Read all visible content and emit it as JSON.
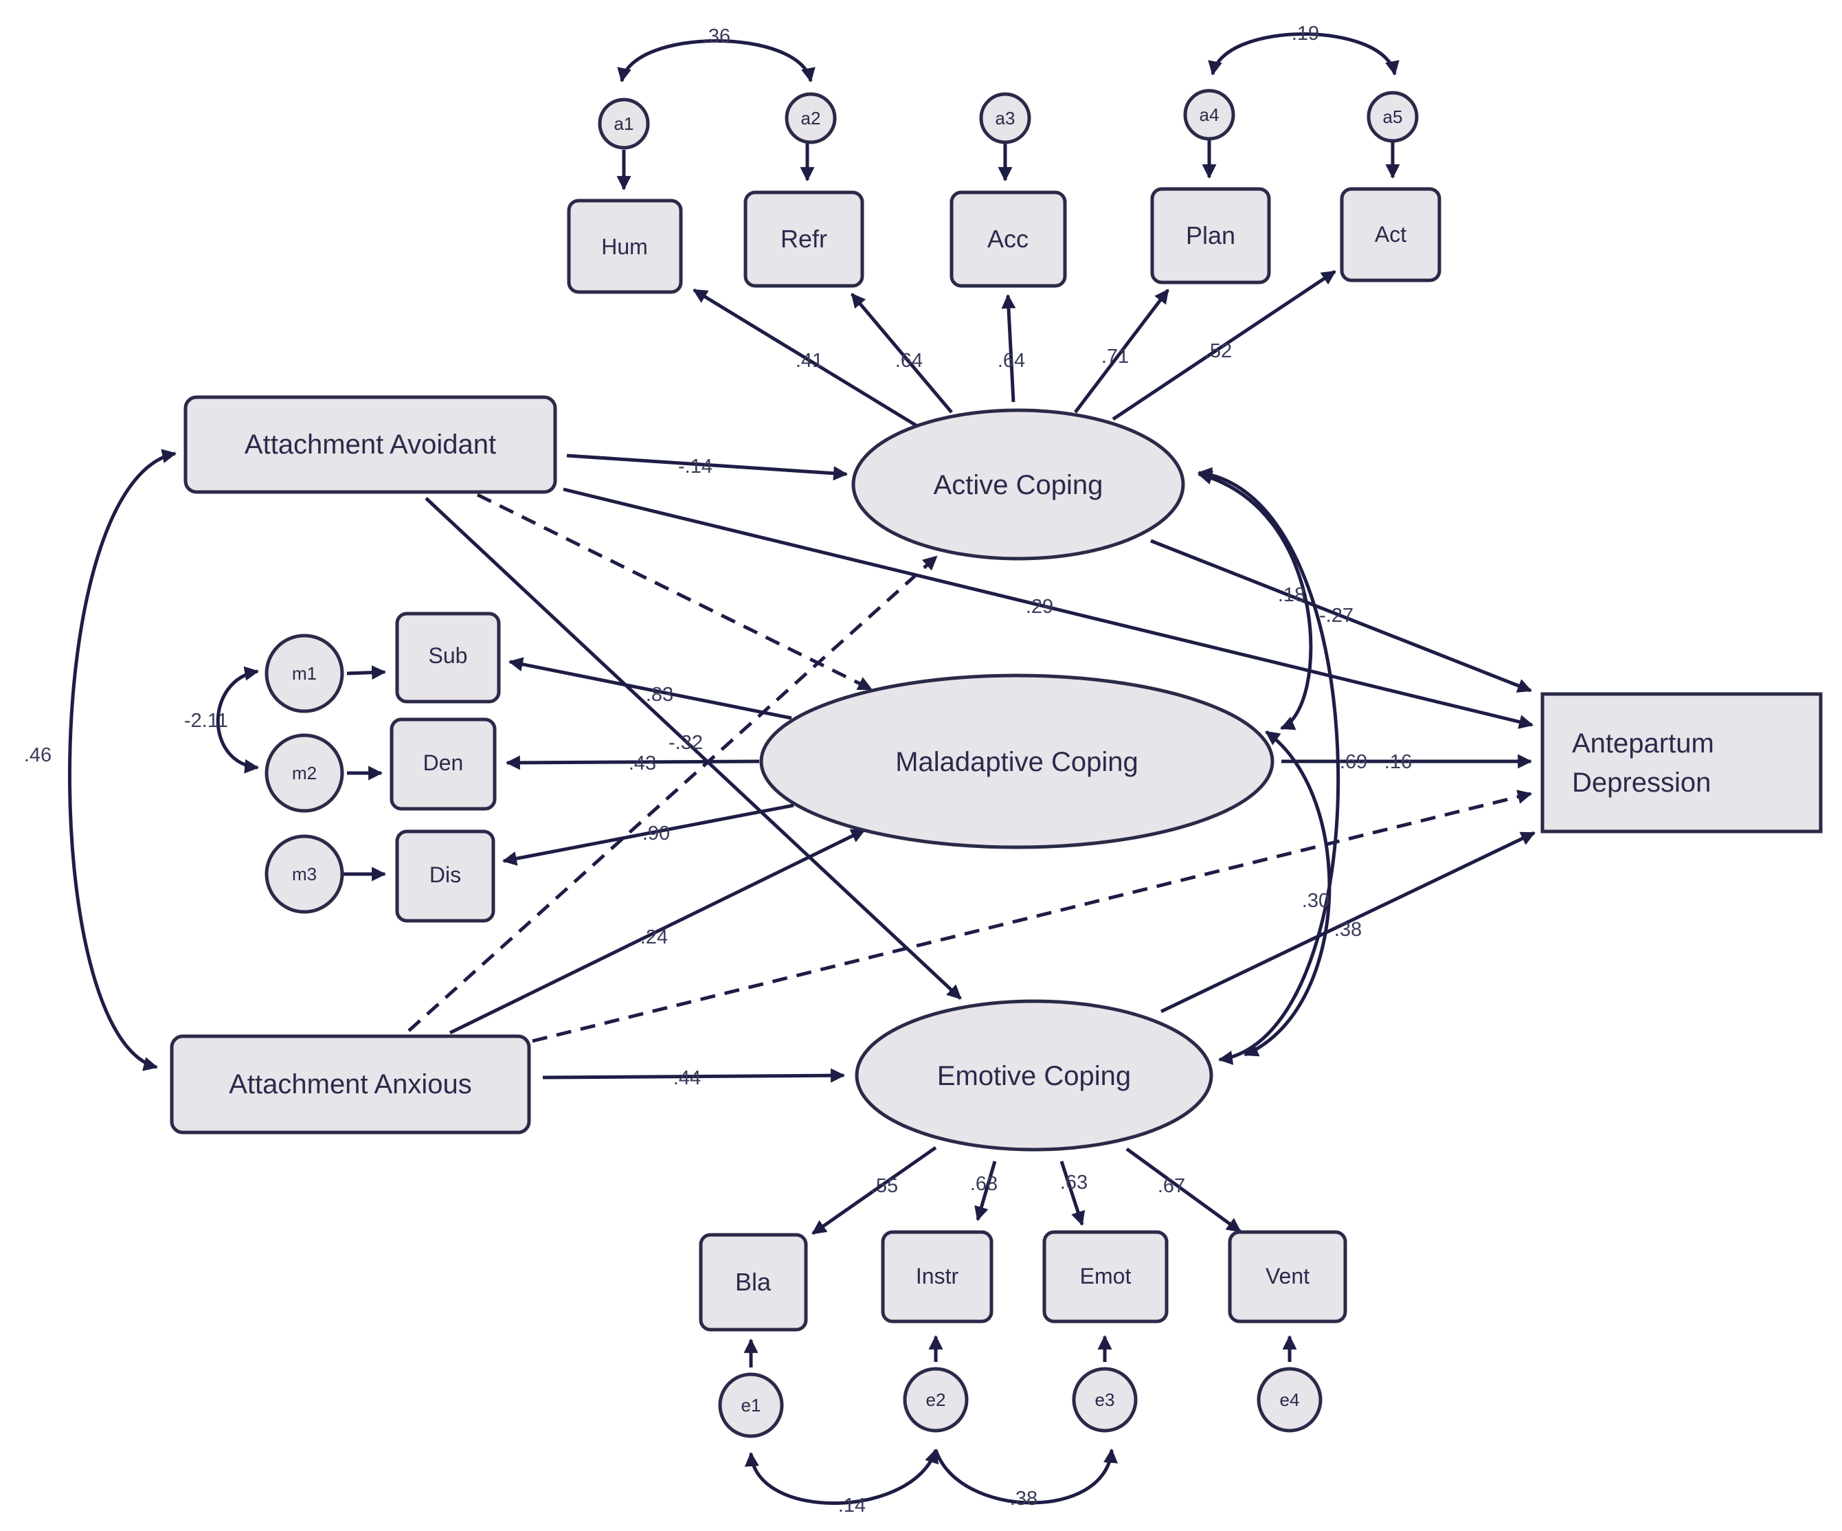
{
  "latent": {
    "active": "Active Coping",
    "maladaptive": "Maladaptive Coping",
    "emotive": "Emotive Coping"
  },
  "exogenous": {
    "avoidant": "Attachment Avoidant",
    "anxious": "Attachment Anxious"
  },
  "outcome": {
    "line1": "Antepartum",
    "line2": "Depression"
  },
  "indicators": {
    "hum": "Hum",
    "refr": "Refr",
    "acc": "Acc",
    "plan": "Plan",
    "act": "Act",
    "sub": "Sub",
    "den": "Den",
    "dis": "Dis",
    "bla": "Bla",
    "instr": "Instr",
    "emot": "Emot",
    "vent": "Vent"
  },
  "errors": {
    "a1": "a1",
    "a2": "a2",
    "a3": "a3",
    "a4": "a4",
    "a5": "a5",
    "m1": "m1",
    "m2": "m2",
    "m3": "m3",
    "e1": "e1",
    "e2": "e2",
    "e3": "e3",
    "e4": "e4"
  },
  "coefficients": {
    "a1_a2": ".36",
    "a4_a5": ".19",
    "hum": ".41",
    "refr": ".64",
    "acc": ".64",
    "plan": ".71",
    "act": ".52",
    "avoid_active": "-.14",
    "avoid_depr": ".29",
    "active_depr": "-.27",
    "active_mal": ".18",
    "avoid_emotive": "-.32",
    "sub": ".83",
    "den": ".43",
    "dis": ".90",
    "m1_m2": "-2.11",
    "avoid_anx": ".46",
    "mal_depr_a": ".69",
    "mal_depr_b": ".16",
    "mal_emotive": ".30",
    "emotive_depr": ".38",
    "anx_mal": ".24",
    "anx_emotive": ".44",
    "bla": ".55",
    "instr": ".68",
    "emot": ".63",
    "vent": ".67",
    "e1_e2": ".14",
    "e2_e3": ".38"
  }
}
